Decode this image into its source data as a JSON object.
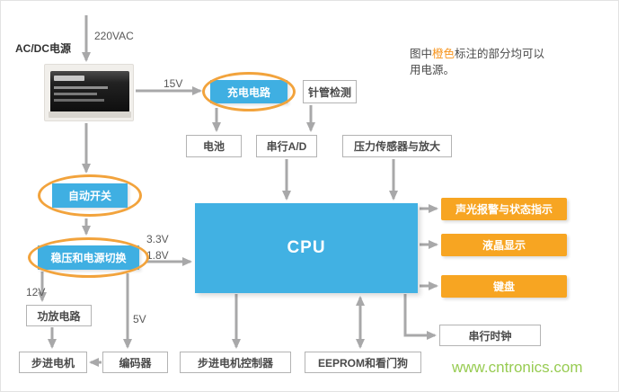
{
  "source_label": "AC/DC电源",
  "note": {
    "line1_pre": "图中",
    "line1_orange": "橙色",
    "line1_post": "标注的部分均可以",
    "line2": "用电源。"
  },
  "watermark": "www.cntronics.com",
  "power_labels": {
    "ac_220": "220VAC",
    "dc_15": "15V",
    "dc_3_3": "3.3V",
    "dc_1_8": "1.8V",
    "dc_12": "12V",
    "dc_5": "5V"
  },
  "blocks": {
    "charge_circuit": "充电电路",
    "needle_detect": "针管检测",
    "battery": "电池",
    "serial_ad": "串行A/D",
    "pressure_amp": "压力传感器与放大",
    "auto_switch": "自动开关",
    "regulator_switch": "稳压和电源切换",
    "cpu": "CPU",
    "alarm_status": "声光报警与状态指示",
    "lcd": "液晶显示",
    "keyboard": "键盘",
    "power_amp": "功放电路",
    "stepper_motor": "步进电机",
    "encoder": "编码器",
    "stepper_controller": "步进电机控制器",
    "eeprom_watchdog": "EEPROM和看门狗",
    "serial_clock": "串行时钟"
  },
  "colors": {
    "blue_block": "#3fafe2",
    "orange_block": "#f7a522",
    "orange_ring": "#f2a33c",
    "arrow_gray": "#a8a8a9",
    "watermark_green": "#8cc63f",
    "note_orange": "#f7941d"
  }
}
